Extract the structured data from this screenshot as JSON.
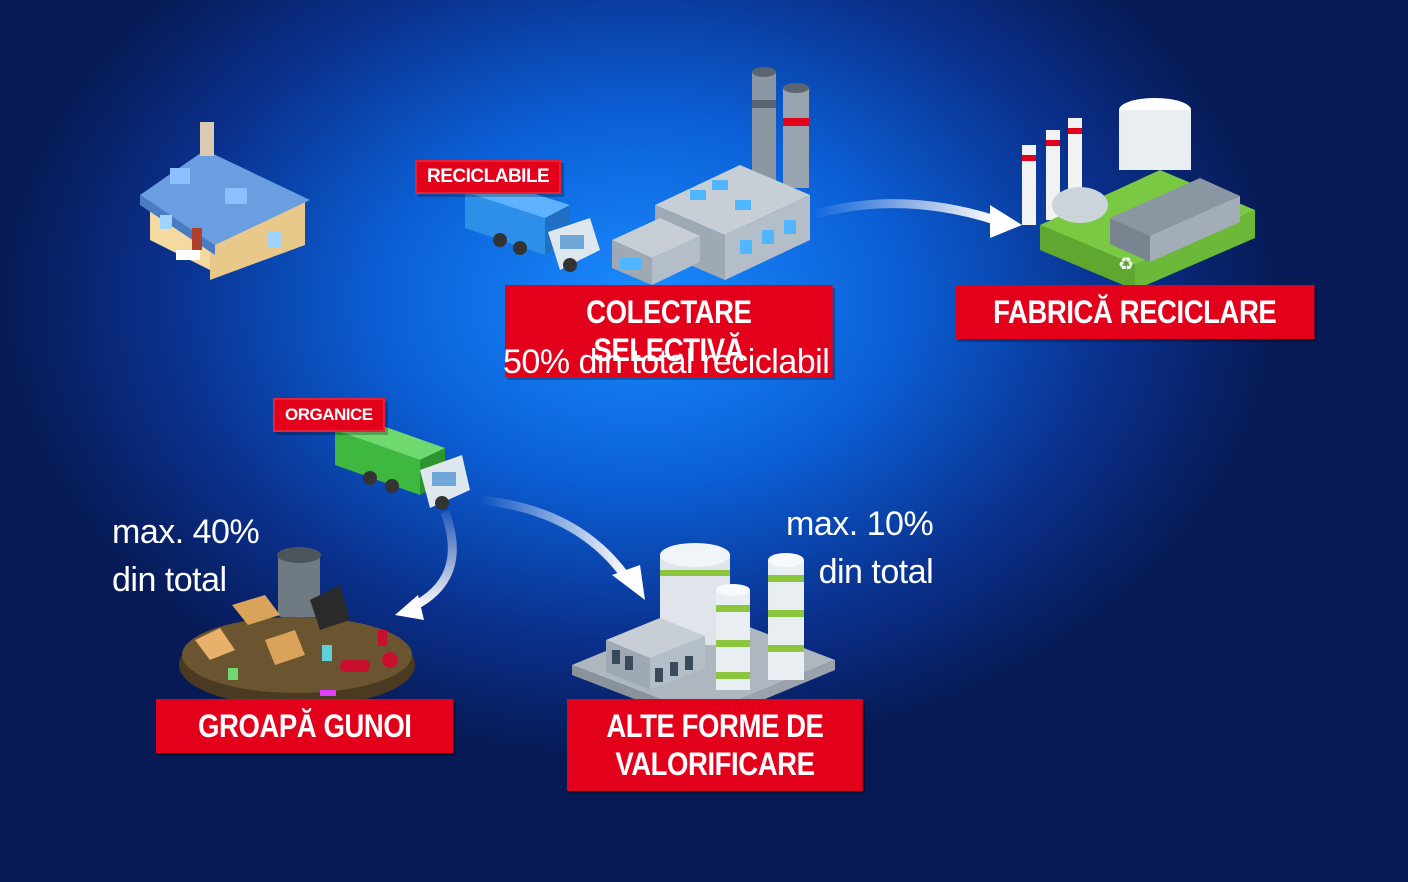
{
  "tags": {
    "recyclable": "RECICLABILE",
    "organic": "ORGANICE"
  },
  "labels": {
    "selective": "COLECTARE SELECTIVĂ",
    "recycling_factory": "FABRICĂ RECICLARE",
    "landfill": "GROAPĂ GUNOI",
    "other_line1": "ALTE FORME DE",
    "other_line2": "VALORIFICARE"
  },
  "notes": {
    "selective_share": "50% din total reciclabil",
    "landfill_line1": "max. 40%",
    "landfill_line2": "din total",
    "other_line1": "max. 10%",
    "other_line2": "din total"
  },
  "colors": {
    "label_red": "#e3001b",
    "background_center": "#1a8cff",
    "background_edge": "#071a55",
    "recycle_green": "#7ac943"
  }
}
